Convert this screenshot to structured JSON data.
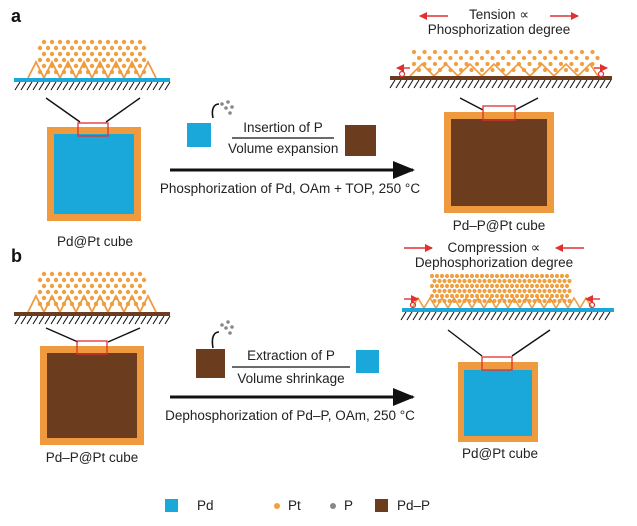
{
  "panel_a": {
    "letter": "a",
    "start_label": "Pd@Pt cube",
    "end_label": "Pd–P@Pt cube",
    "step_top": "Insertion of P",
    "step_bottom": "Volume expansion",
    "process": "Phosphorization of Pd, OAm + TOP, 250 °C",
    "strain_line1": "Tension ∝",
    "strain_line2": "Phosphorization degree"
  },
  "panel_b": {
    "letter": "b",
    "start_label": "Pd–P@Pt cube",
    "end_label": "Pd@Pt cube",
    "step_top": "Extraction of P",
    "step_bottom": "Volume shrinkage",
    "process": "Dephosphorization of Pd–P, OAm, 250 °C",
    "strain_line1": "Compression ∝",
    "strain_line2": "Dephosphorization degree"
  },
  "legend": [
    {
      "label": "Pd",
      "marker": "square",
      "color": "#1aa7d9"
    },
    {
      "label": "Pt",
      "marker": "dot",
      "color": "#f0a040"
    },
    {
      "label": "P",
      "marker": "dot",
      "color": "#888888"
    },
    {
      "label": "Pd–P",
      "marker": "square",
      "color": "#6b3c1e"
    }
  ],
  "colors": {
    "pd": "#1aa7d9",
    "pt": "#f0a040",
    "p": "#888888",
    "pdp": "#6b3c1e",
    "frame_orange": "#ef9a3e",
    "arrow_red": "#e03030",
    "text": "#222222"
  }
}
